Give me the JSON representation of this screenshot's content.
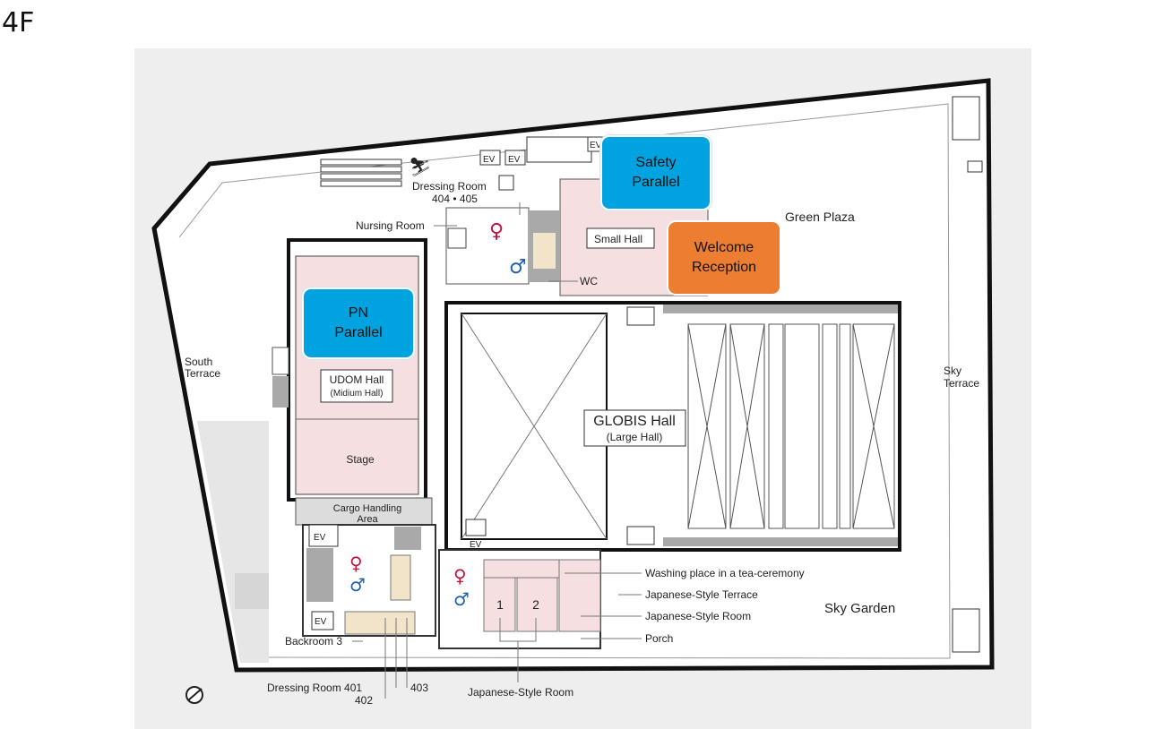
{
  "floor": "4F",
  "colors": {
    "room_pink": "#f6dfe0",
    "stair_grey": "#a9a9a9",
    "site_grey": "#eeeeee",
    "callout_blue": "#00a3e0",
    "callout_orange": "#ed7d31",
    "tan": "#f2e4c9"
  },
  "callouts": {
    "safety": [
      "Safety",
      "Parallel"
    ],
    "welcome": [
      "Welcome",
      "Reception"
    ],
    "pn": [
      "PN",
      "Parallel"
    ]
  },
  "labels": {
    "green_plaza": "Green Plaza",
    "south_terrace": [
      "South",
      "Terrace"
    ],
    "sky_terrace": [
      "Sky",
      "Terrace"
    ],
    "sky_garden": "Sky Garden",
    "dressing_404": [
      "Dressing Room",
      "404 • 405"
    ],
    "nursing_room": "Nursing Room",
    "small_hall": "Small Hall",
    "wc": "WC",
    "udom_hall": [
      "UDOM Hall",
      "(Midium Hall)"
    ],
    "stage": "Stage",
    "cargo": [
      "Cargo Handling",
      "Area"
    ],
    "globis_hall": [
      "GLOBIS Hall",
      "(Large Hall)"
    ],
    "washing": "Washing place in a tea-ceremony",
    "jp_terrace": "Japanese-Style Terrace",
    "jp_room_right": "Japanese-Style Room",
    "porch": "Porch",
    "backroom": "Backroom 3",
    "dressing_401": [
      "Dressing Room 401",
      "402"
    ],
    "room_403": "403",
    "jp_room_bottom": "Japanese-Style Room",
    "room_1": "1",
    "room_2": "2",
    "ev": "EV"
  }
}
